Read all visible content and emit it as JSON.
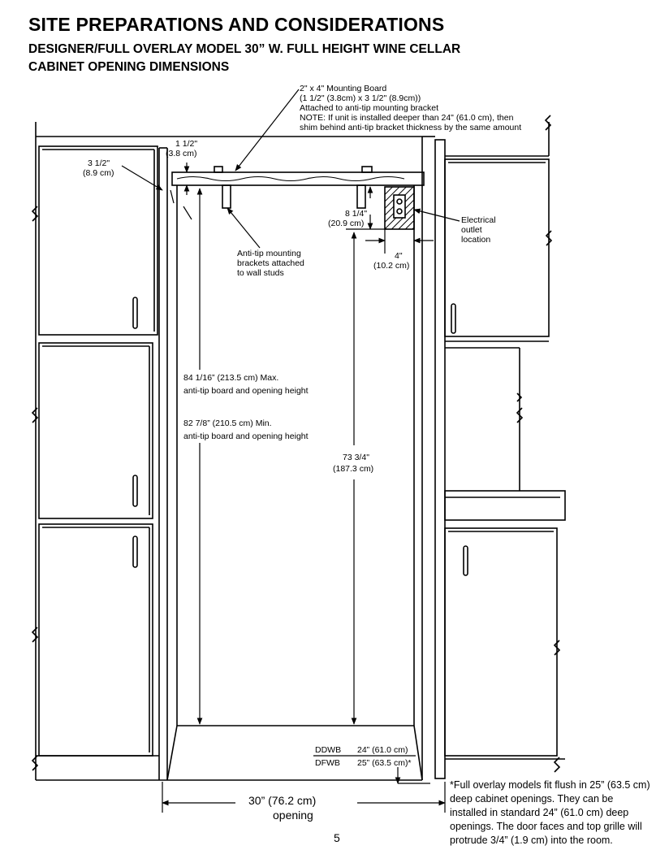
{
  "header": {
    "title": "SITE PREPARATIONS AND CONSIDERATIONS",
    "subtitle_line1": "DESIGNER/FULL OVERLAY MODEL 30” W. FULL HEIGHT WINE CELLAR",
    "subtitle_line2": "CABINET OPENING DIMENSIONS"
  },
  "callouts": {
    "mounting_board": [
      "2\" x 4\" Mounting Board",
      "(1 1/2\" (3.8cm)  x  3 1/2\" (8.9cm))",
      "Attached to anti-tip mounting bracket",
      "NOTE: If unit is installed deeper than 24\" (61.0 cm), then",
      "shim behind anti-tip bracket thickness by the same amount"
    ],
    "board_thickness": [
      "1 1/2\"",
      "(3.8 cm)"
    ],
    "board_depth": [
      "3 1/2\"",
      "(8.9 cm)"
    ],
    "outlet_drop": [
      "8 1/4\"",
      "(20.9 cm)"
    ],
    "electrical": [
      "Electrical",
      "outlet",
      "location"
    ],
    "outlet_offset": [
      "4\"",
      "(10.2 cm)"
    ],
    "brackets": [
      "Anti-tip mounting",
      "brackets attached",
      "to wall studs"
    ],
    "max_height": [
      "84 1/16” (213.5 cm) Max.",
      "anti-tip board and opening height"
    ],
    "min_height": [
      "82 7/8” (210.5 cm) Min.",
      "anti-tip board and opening height"
    ],
    "unit_height": [
      "73 3/4\"",
      "(187.3 cm)"
    ],
    "depth_ddwb_model": "DDWB",
    "depth_ddwb_value": "24” (61.0 cm)",
    "depth_dfwb_model": "DFWB",
    "depth_dfwb_value": "25” (63.5 cm)*",
    "opening_width": [
      "30” (76.2 cm)",
      "opening"
    ]
  },
  "footnote": "*Full overlay models fit flush in 25” (63.5 cm) deep cabinet openings.  They can be installed in standard 24” (61.0 cm) deep openings.  The door faces and top grille will protrude 3/4” (1.9 cm) into the room.",
  "page_number": "5"
}
